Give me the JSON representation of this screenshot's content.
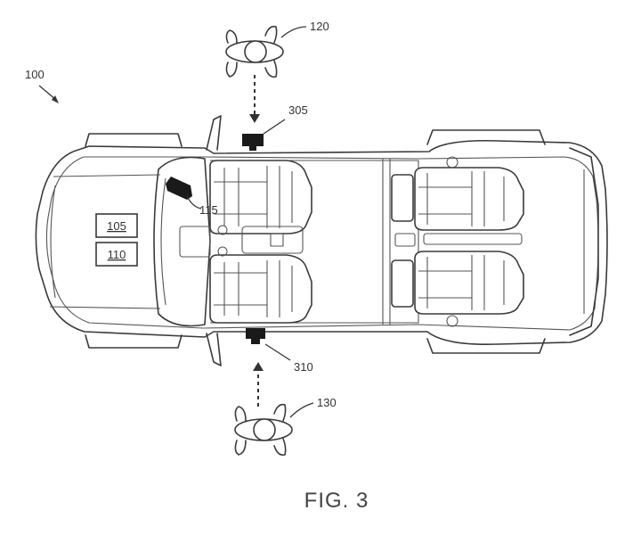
{
  "labels": {
    "vehicle": "100",
    "user_front": "120",
    "user_back": "130",
    "sensor_top": "305",
    "sensor_bottom": "310",
    "camera": "115",
    "module_a": "105",
    "module_b": "110"
  },
  "caption": "FIG. 3"
}
